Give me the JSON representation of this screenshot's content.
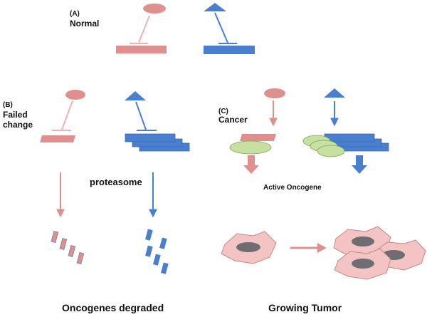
{
  "labels": {
    "panel_a_letter": "(A)",
    "panel_a_title": "Normal",
    "panel_b_letter": "(B)",
    "panel_b_title_1": "Failed",
    "panel_b_title_2": "change",
    "panel_c_letter": "(C)",
    "panel_c_title": "Cancer",
    "proteasome": "proteasome",
    "active_oncogene": "Active Oncogene",
    "caption_left": "Oncogenes degraded",
    "caption_right": "Growing Tumor"
  },
  "colors": {
    "pink": "#e08f8f",
    "pink_light": "#efb2b2",
    "blue": "#4a7fd0",
    "blue_dark": "#3a66ad",
    "green": "#c5e0a0",
    "cell": "#f4c3c3",
    "cell_edge": "#c98686",
    "nucleus": "#6d6d72"
  }
}
